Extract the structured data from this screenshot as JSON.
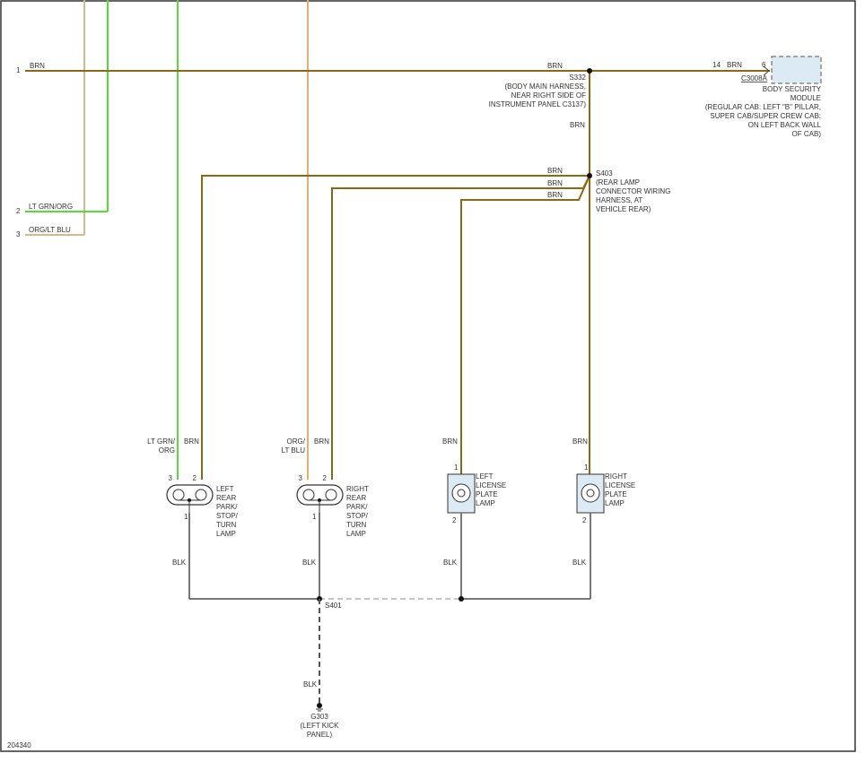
{
  "colors": {
    "brn": "#8B6914",
    "lt_grn": "#55DD33",
    "org_lt_blu": "#E0B070",
    "org_lt_blu_2": "#D8B888",
    "blk": "#777777",
    "border": "#333333",
    "lamp_fill": "#DCEAF4"
  },
  "circuits": [
    {
      "pin": "1",
      "label": "BRN"
    },
    {
      "pin": "2",
      "label": "LT GRN/ORG"
    },
    {
      "pin": "3",
      "label": "ORG/LT BLU"
    }
  ],
  "s332": {
    "id": "S332",
    "location": [
      "(BODY MAIN HARNESS,",
      "NEAR RIGHT SIDE OF",
      "INSTRUMENT PANEL C3137)"
    ],
    "wire_in": "BRN",
    "wire_down": "BRN"
  },
  "bsm": {
    "pin_left": "14",
    "wire": "BRN",
    "pin_right": "6",
    "connector": "C3008A",
    "name": [
      "BODY SECURITY",
      "MODULE"
    ],
    "location": [
      "(REGULAR CAB: LEFT \"B\" PILLAR,",
      "SUPER CAB/SUPER CREW CAB:",
      "ON LEFT BACK WALL",
      "OF CAB)"
    ]
  },
  "s403": {
    "id": "S403",
    "location": [
      "(REAR LAMP",
      "CONNECTOR WIRING",
      "HARNESS, AT",
      "VEHICLE REAR)"
    ],
    "wires": [
      "BRN",
      "BRN",
      "BRN"
    ]
  },
  "lamps": [
    {
      "wire_left": [
        "LT GRN/",
        "ORG"
      ],
      "wire_right": "BRN",
      "pin_a": "3",
      "pin_b": "2",
      "pin_gnd": "1",
      "name": [
        "LEFT",
        "REAR",
        "PARK/",
        "STOP/",
        "TURN",
        "LAMP"
      ],
      "gnd_wire": "BLK"
    },
    {
      "wire_left": [
        "ORG/",
        "LT BLU"
      ],
      "wire_right": "BRN",
      "pin_a": "3",
      "pin_b": "2",
      "pin_gnd": "1",
      "name": [
        "RIGHT",
        "REAR",
        "PARK/",
        "STOP/",
        "TURN",
        "LAMP"
      ],
      "gnd_wire": "BLK"
    },
    {
      "wire": "BRN",
      "pin_top": "1",
      "pin_bottom": "2",
      "name": [
        "LEFT",
        "LICENSE",
        "PLATE",
        "LAMP"
      ],
      "gnd_wire": "BLK"
    },
    {
      "wire": "BRN",
      "pin_top": "1",
      "pin_bottom": "2",
      "name": [
        "RIGHT",
        "LICENSE",
        "PLATE",
        "LAMP"
      ],
      "gnd_wire": "BLK"
    }
  ],
  "s401": {
    "id": "S401"
  },
  "ground": {
    "wire": "BLK",
    "id": "G303",
    "location": [
      "(LEFT KICK",
      "PANEL)"
    ]
  },
  "figure_id": "204340"
}
